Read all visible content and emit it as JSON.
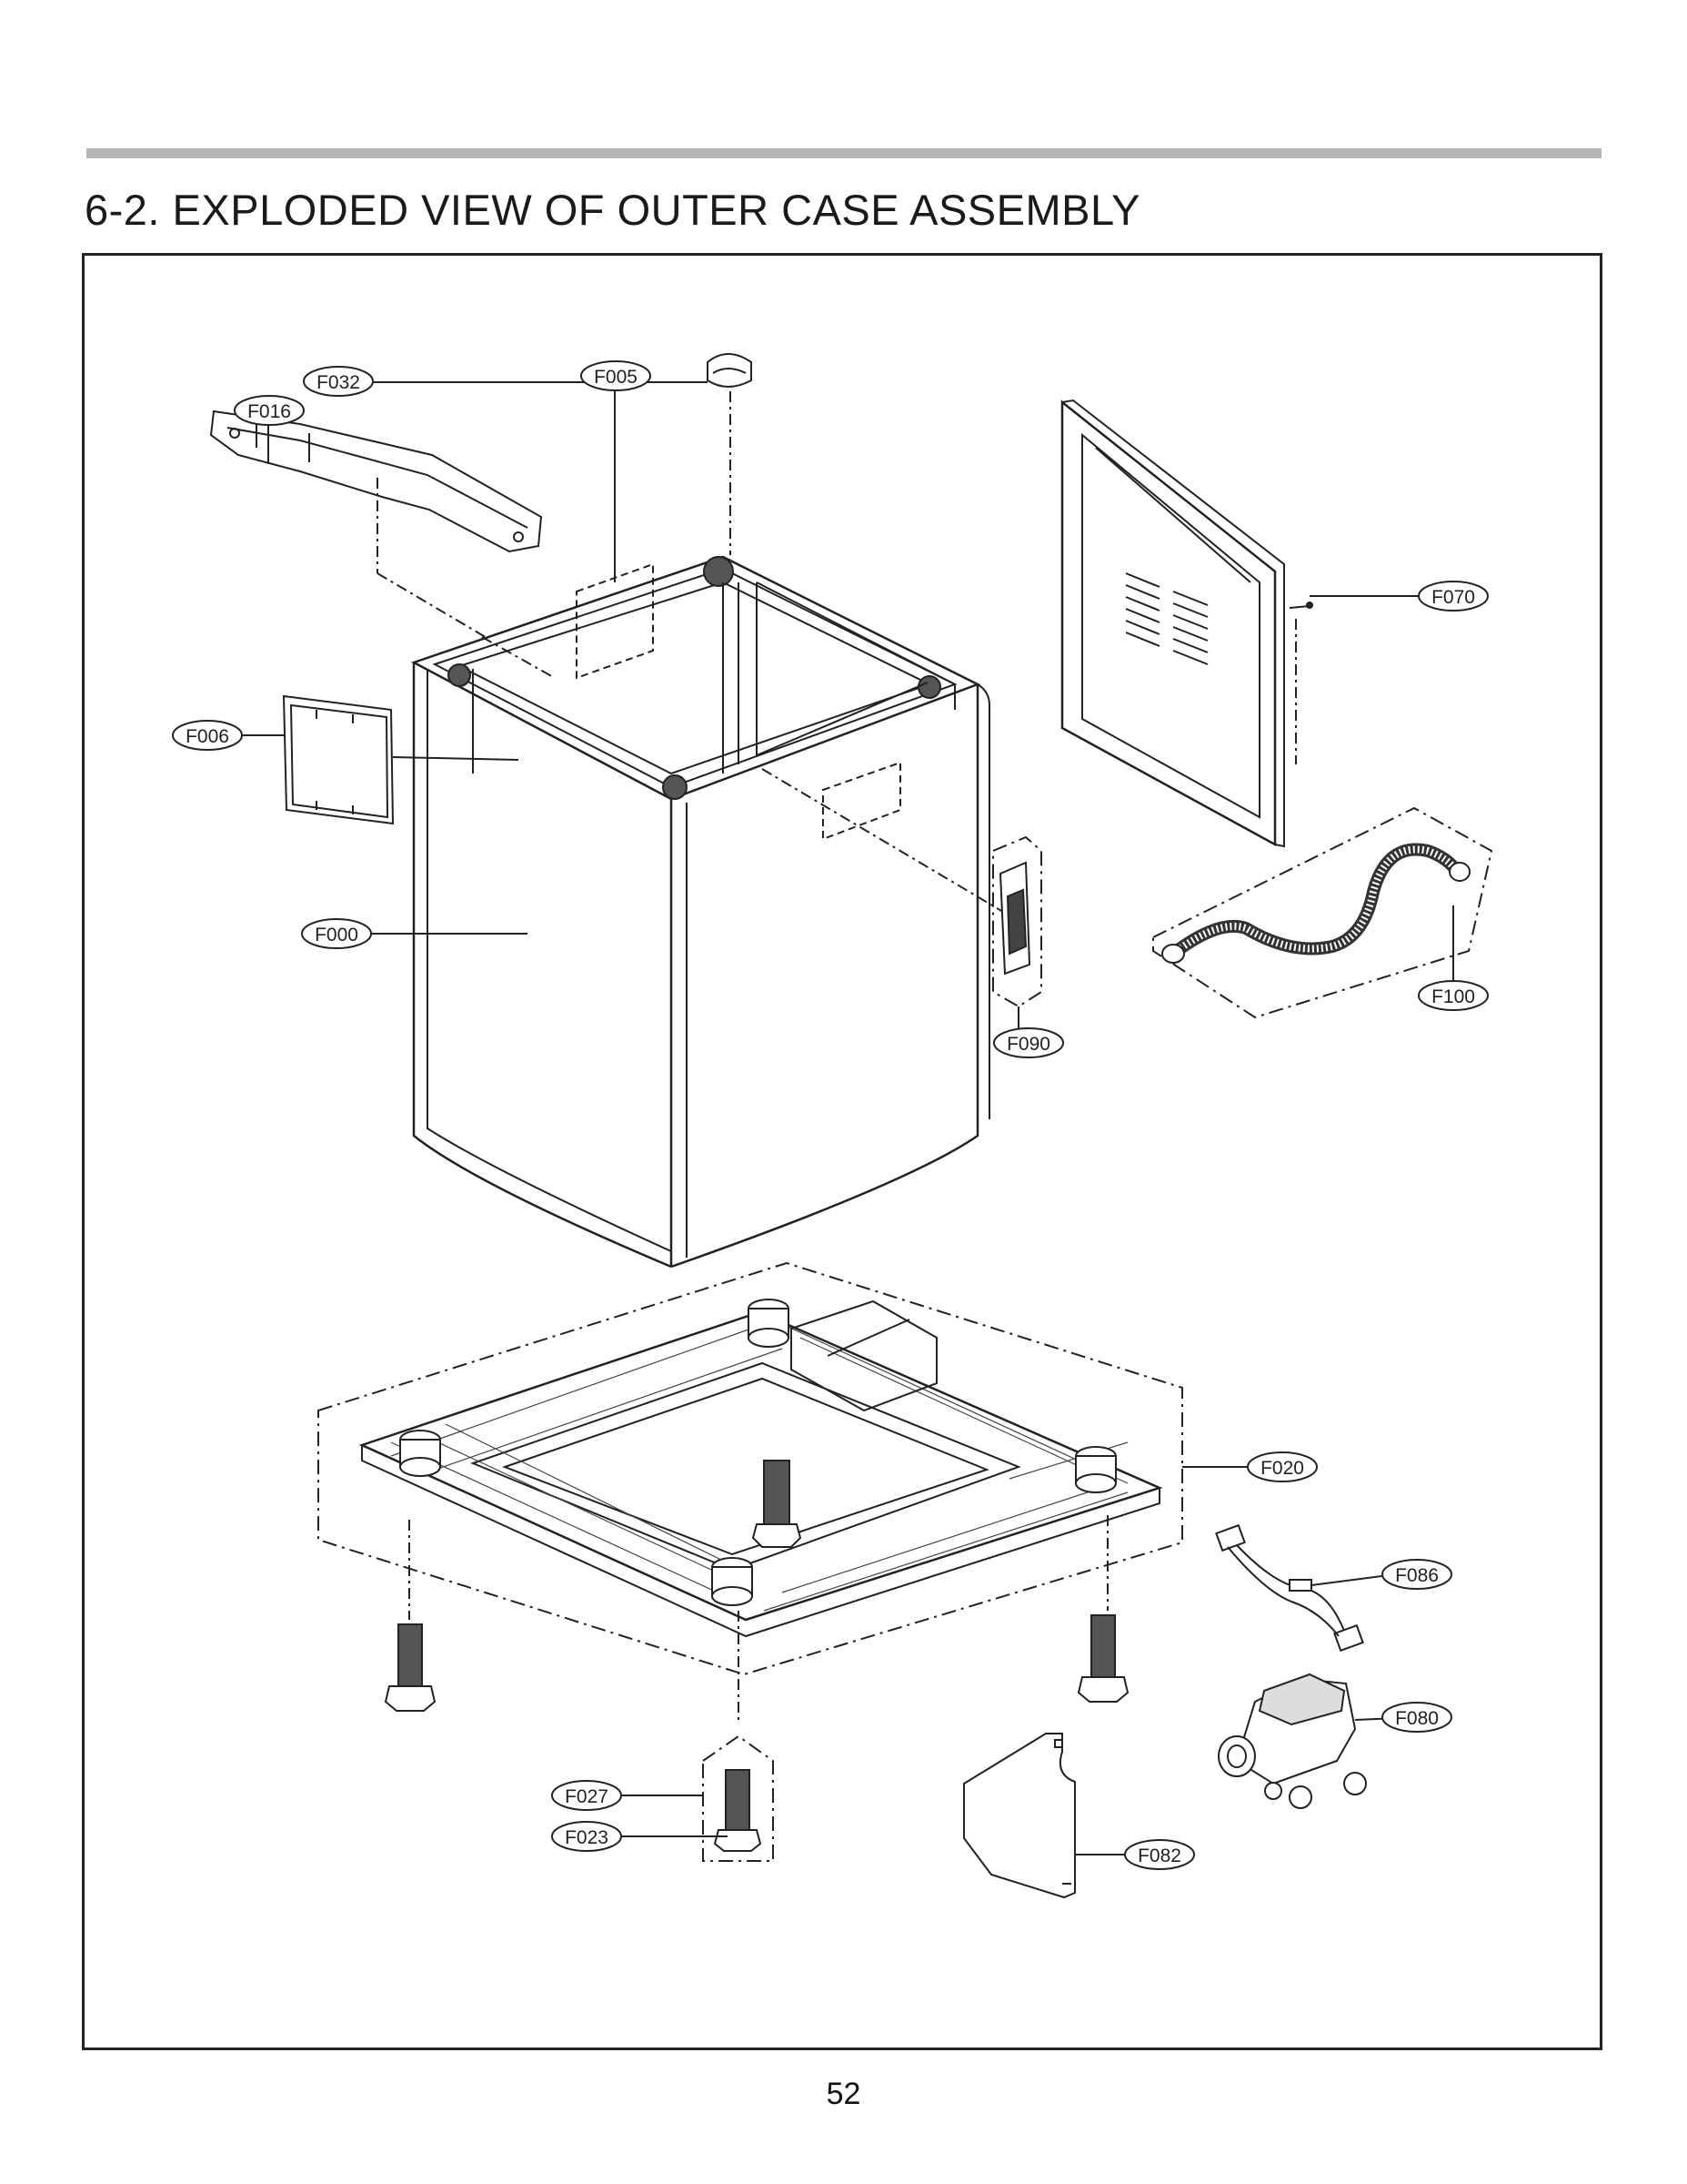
{
  "page": {
    "section_title": "6-2. EXPLODED VIEW OF OUTER CASE ASSEMBLY",
    "page_number": "52"
  },
  "callouts": {
    "F032": "F032",
    "F016": "F016",
    "F005": "F005",
    "F070": "F070",
    "F006": "F006",
    "F000": "F000",
    "F090": "F090",
    "F100": "F100",
    "F020": "F020",
    "F086": "F086",
    "F080": "F080",
    "F027": "F027",
    "F023": "F023",
    "F082": "F082"
  }
}
